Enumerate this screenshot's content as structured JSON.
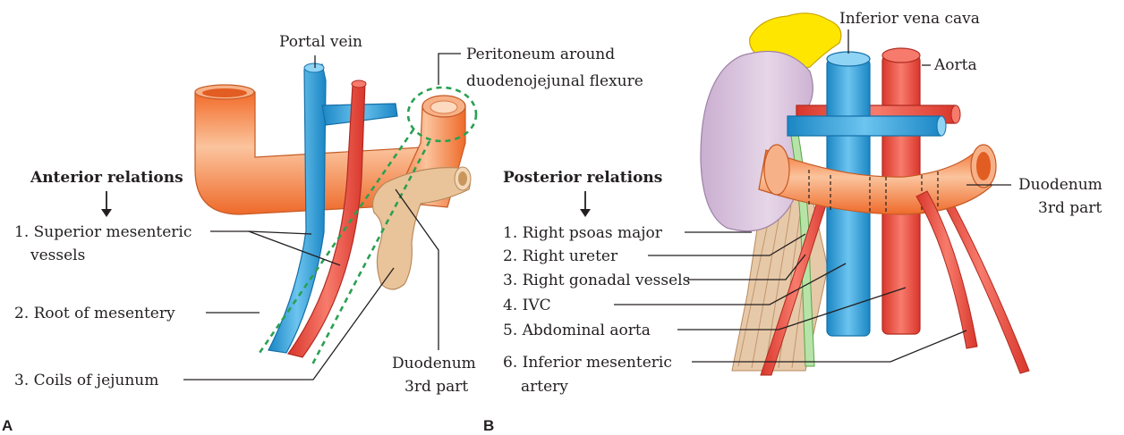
{
  "panel_a": {
    "letter": "A",
    "portal_vein": "Portal vein",
    "peritoneum_line1": "Peritoneum around",
    "peritoneum_line2": "duodenojejunal flexure",
    "heading": "Anterior relations",
    "item1_line1": "1. Superior mesenteric",
    "item1_line2": "vessels",
    "item2": "2. Root of mesentery",
    "item3": "3. Coils of jejunum",
    "duodenum_line1": "Duodenum",
    "duodenum_line2": "3rd part"
  },
  "panel_b": {
    "letter": "B",
    "ivc_top": "Inferior vena cava",
    "aorta": "Aorta",
    "heading": "Posterior relations",
    "item1": "1. Right psoas major",
    "item2": "2. Right ureter",
    "item3": "3. Right gonadal vessels",
    "item4": "4. IVC",
    "item5": "5. Abdominal aorta",
    "item6_line1": "6. Inferior mesenteric",
    "item6_line2": "artery",
    "duodenum_line1": "Duodenum",
    "duodenum_line2": "3rd part"
  },
  "colors": {
    "duodenum": "#f08a4b",
    "vein": "#2d9fd9",
    "artery": "#e8473a",
    "jejunum": "#e9c49a",
    "kidney": "#d9c3dd",
    "adrenal": "#ffe600",
    "psoas": "#e6c9a8",
    "ureter": "#b7e3a8",
    "peritoneum": "#2aa052"
  }
}
